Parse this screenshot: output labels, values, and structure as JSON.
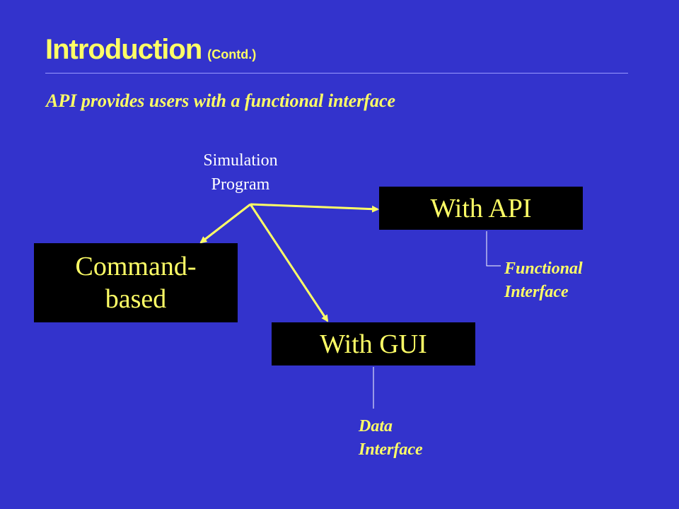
{
  "slide": {
    "title": "Introduction",
    "title_suffix": "(Contd.)",
    "subtitle": "API provides users with a functional interface"
  },
  "diagram": {
    "source_line1": "Simulation",
    "source_line2": "Program",
    "box_api": "With API",
    "box_command_line1": "Command-",
    "box_command_line2": "based",
    "box_gui": "With GUI",
    "note_functional_line1": "Functional",
    "note_functional_line2": "Interface",
    "note_data_line1": "Data",
    "note_data_line2": "Interface"
  },
  "colors": {
    "background": "#3333cc",
    "text_accent": "#ffff66",
    "box_fill": "#000000",
    "arrow": "#ffff66"
  }
}
